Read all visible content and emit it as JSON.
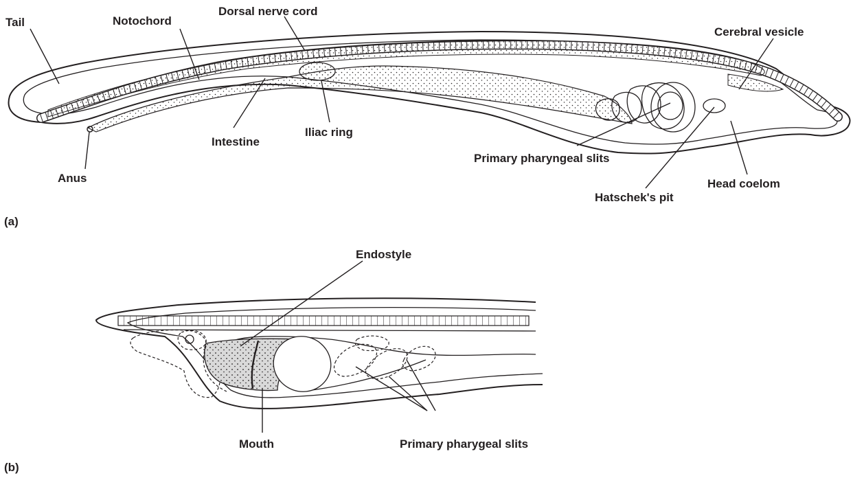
{
  "panel_a": {
    "tag": "(a)",
    "labels": {
      "tail": "Tail",
      "notochord": "Notochord",
      "dorsal_nerve_cord": "Dorsal nerve cord",
      "cerebral_vesicle": "Cerebral vesicle",
      "intestine": "Intestine",
      "iliac_ring": "Iliac ring",
      "anus": "Anus",
      "primary_pharyngeal_slits": "Primary pharyngeal slits",
      "hatscheks_pit": "Hatschek's pit",
      "head_coelom": "Head coelom"
    }
  },
  "panel_b": {
    "tag": "(b)",
    "labels": {
      "endostyle": "Endostyle",
      "mouth": "Mouth",
      "primary_pharygeal_slits": "Primary pharygeal slits"
    }
  }
}
